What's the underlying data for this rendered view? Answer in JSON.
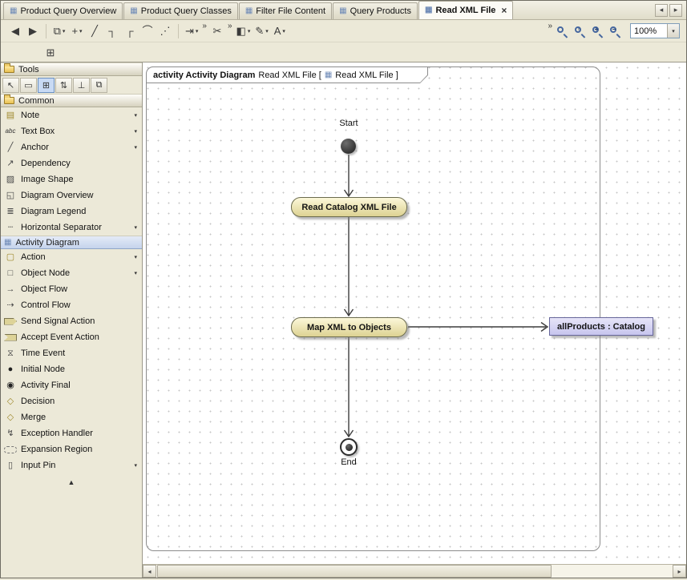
{
  "glyphs": {
    "caret": "▾",
    "overflow": "»",
    "scroll_up": "▲",
    "scroll_left": "◂",
    "scroll_right": "▸"
  },
  "tabbar": {
    "tab_icon": "▦",
    "close_icon": "×",
    "tabs": [
      {
        "label": "Product Query Overview"
      },
      {
        "label": "Product Query Classes"
      },
      {
        "label": "Filter File Content"
      },
      {
        "label": "Query Products"
      },
      {
        "label": "Read XML File"
      }
    ]
  },
  "toolbar": {
    "icons": [
      "◀",
      "▶",
      "⧉",
      "+",
      "╱",
      "┐",
      "┌",
      "⌒",
      "⋰",
      "⇥",
      "✂",
      "◧",
      "✎",
      "A"
    ],
    "zoom_signs": [
      "",
      "▫",
      "+",
      "−"
    ],
    "zoom_value": "100%",
    "row2_icon": "⊞"
  },
  "palette": {
    "tools_header": "Tools",
    "common_header": "Common",
    "activity_header": "Activity Diagram",
    "tool_buttons": [
      "↖",
      "▭",
      "⊞",
      "⇅",
      "⊥",
      "⧉"
    ],
    "common_items": [
      {
        "label": "Note",
        "glyph": "▤"
      },
      {
        "label": "Text Box",
        "glyph": "abc"
      },
      {
        "label": "Anchor",
        "glyph": "╱"
      },
      {
        "label": "Dependency",
        "glyph": "↗"
      },
      {
        "label": "Image Shape",
        "glyph": "▨"
      },
      {
        "label": "Diagram Overview",
        "glyph": "◱"
      },
      {
        "label": "Diagram Legend",
        "glyph": "≣"
      },
      {
        "label": "Horizontal Separator",
        "glyph": "┄"
      }
    ],
    "activity_items": [
      {
        "label": "Action",
        "glyph": "▢"
      },
      {
        "label": "Object Node",
        "glyph": "□"
      },
      {
        "label": "Object Flow",
        "glyph": "→"
      },
      {
        "label": "Control Flow",
        "glyph": "⇢"
      },
      {
        "label": "Send Signal Action",
        "glyph": ""
      },
      {
        "label": "Accept Event Action",
        "glyph": ""
      },
      {
        "label": "Time Event",
        "glyph": "⧖"
      },
      {
        "label": "Initial Node",
        "glyph": "●"
      },
      {
        "label": "Activity Final",
        "glyph": "◉"
      },
      {
        "label": "Decision",
        "glyph": "◇"
      },
      {
        "label": "Merge",
        "glyph": "◇"
      },
      {
        "label": "Exception Handler",
        "glyph": "↯"
      },
      {
        "label": "Expansion Region",
        "glyph": ""
      },
      {
        "label": "Input Pin",
        "glyph": "▯"
      }
    ]
  },
  "canvas": {
    "frame": {
      "keyword": "activity Activity Diagram",
      "name": "Read XML File [",
      "icon": "▦",
      "ref": "Read XML File ]"
    },
    "nodes": {
      "start_label": "Start",
      "action1_label": "Read Catalog XML File",
      "action2_label": "Map XML to Objects",
      "object_label": "allProducts : Catalog",
      "end_label": "End"
    }
  }
}
